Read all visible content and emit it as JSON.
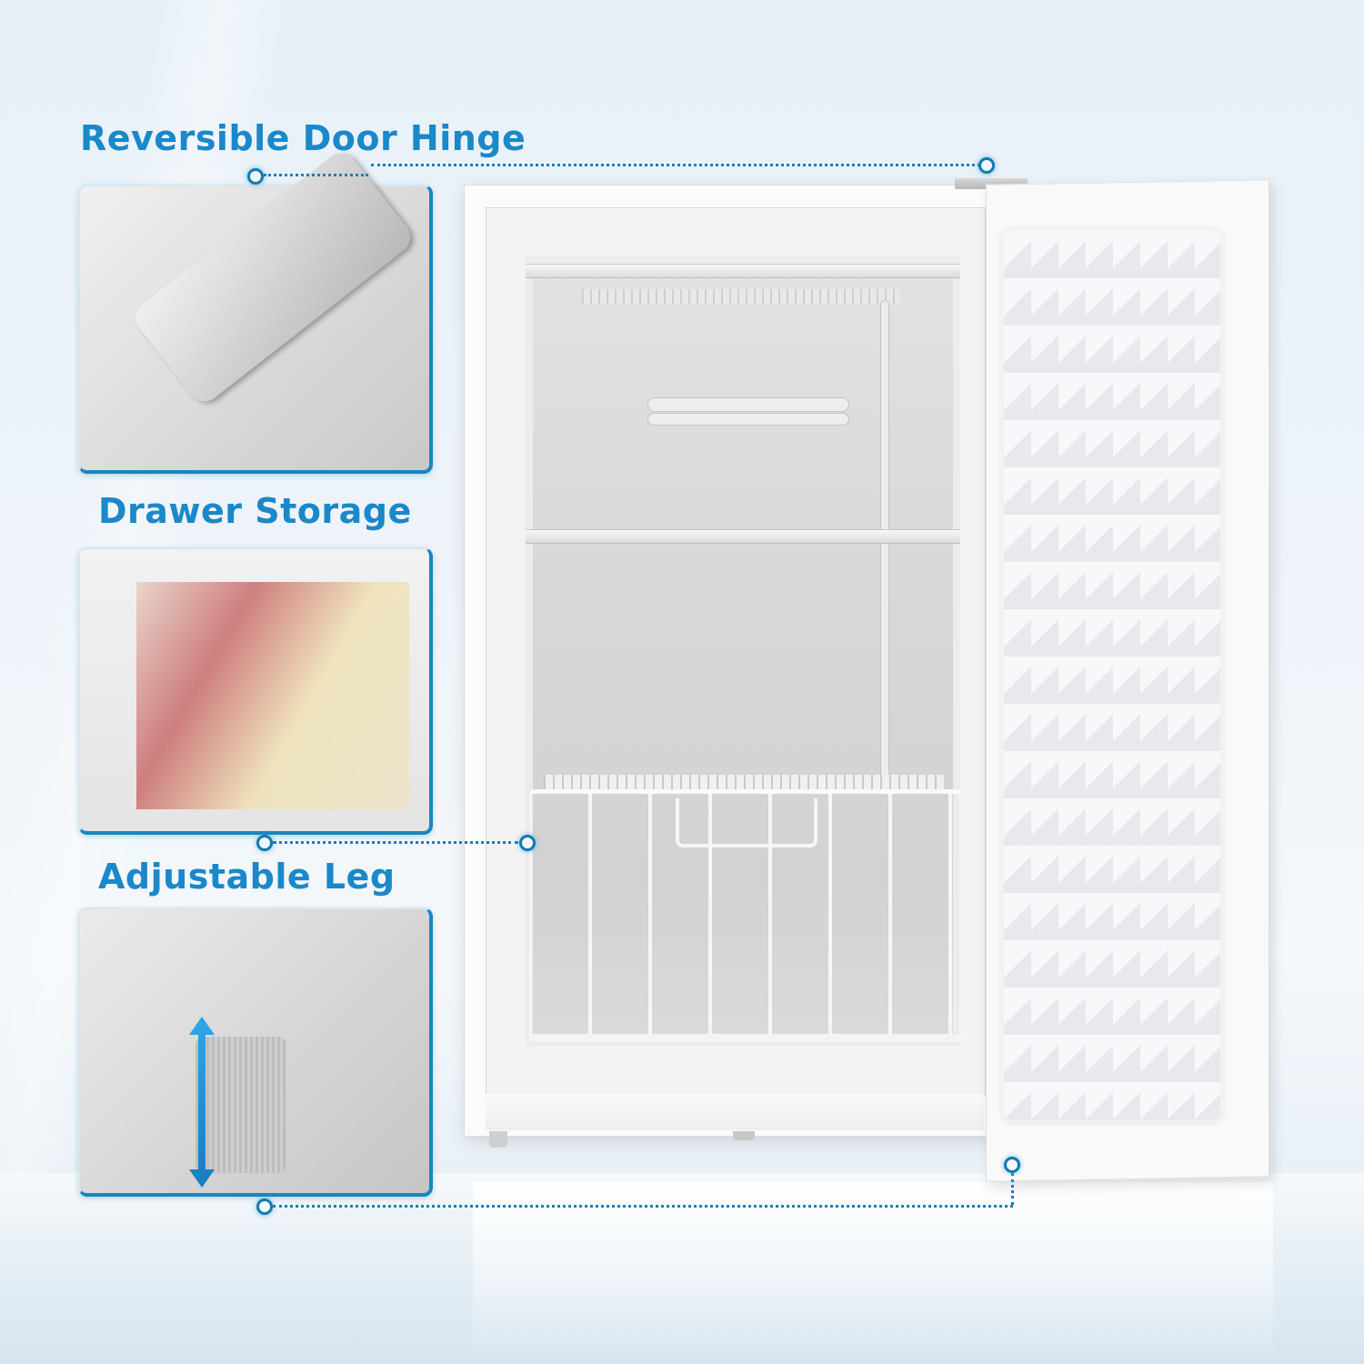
{
  "features": [
    {
      "id": "hinge",
      "label": "Reversible Door Hinge",
      "icon": "hinge-closeup-photo"
    },
    {
      "id": "drawer",
      "label": "Drawer Storage",
      "icon": "drawer-basket-photo"
    },
    {
      "id": "leg",
      "label": "Adjustable Leg",
      "icon": "leveling-leg-photo"
    }
  ],
  "product": {
    "type": "upright freezer",
    "door": "open, reversible",
    "shelves": 2,
    "drawers": 1
  },
  "colors": {
    "heading": "#1a88c9",
    "callout_line": "#1a7fb8",
    "panel_border": "#1a86c0",
    "background": "#e8f1f8"
  }
}
